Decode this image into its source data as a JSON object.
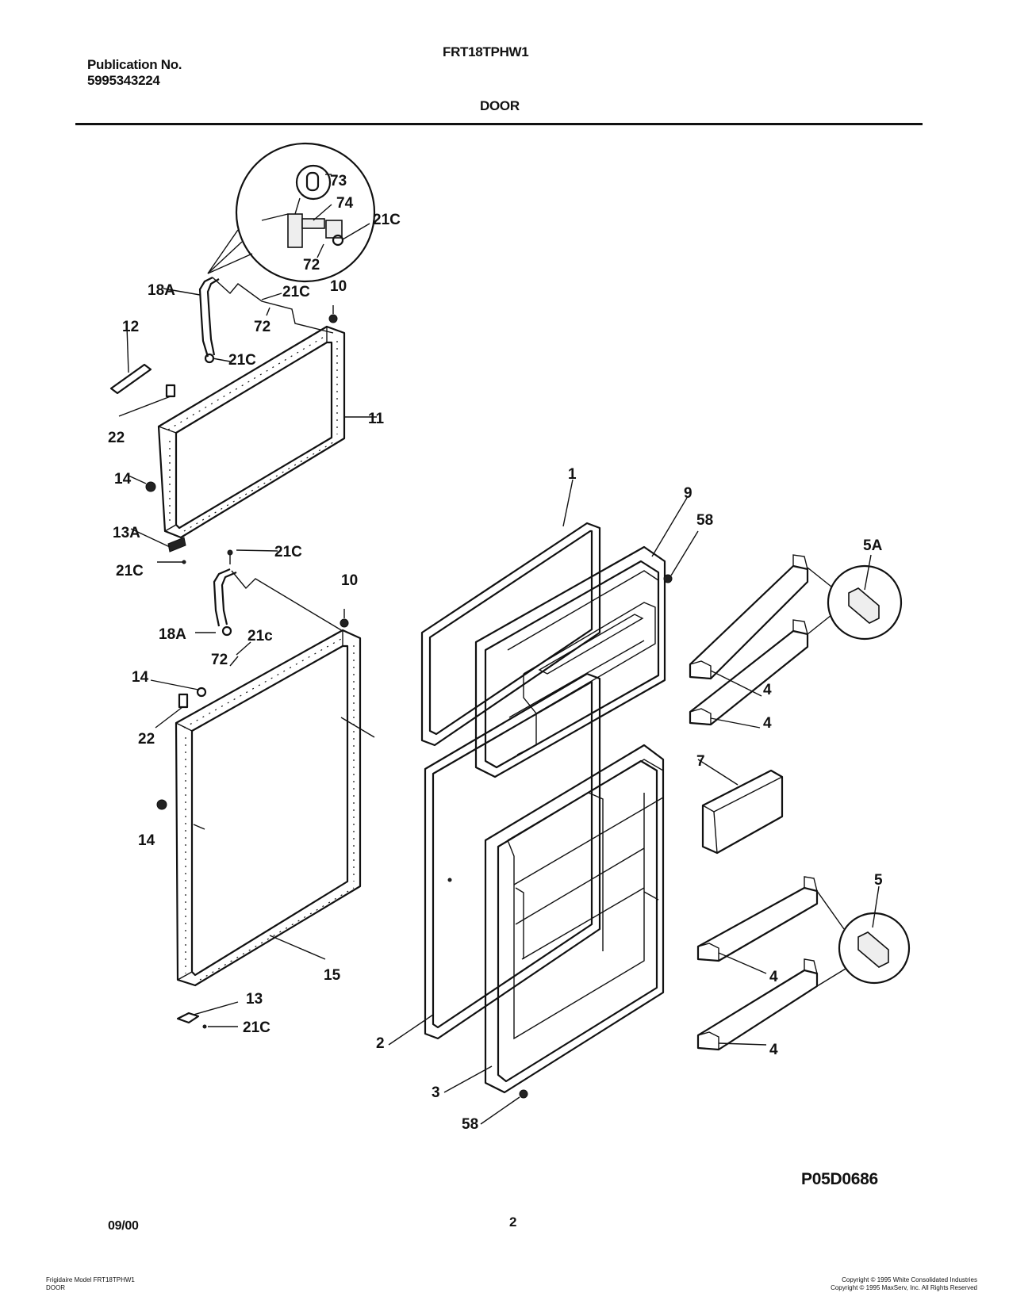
{
  "header": {
    "publication_label": "Publication No.",
    "publication_number": "5995343224",
    "model": "FRT18TPHW1",
    "section": "DOOR"
  },
  "diagram": {
    "code": "P05D0686",
    "labels": {
      "l73": "73",
      "l74": "74",
      "l21c_hinge": "21C",
      "l72_hinge": "72",
      "l18a_top": "18A",
      "l21c_top1": "21C",
      "l10_top": "10",
      "l72_top": "72",
      "l21c_top2": "21C",
      "l12": "12",
      "l22_top": "22",
      "l11": "11",
      "l14_top": "14",
      "l13a": "13A",
      "l21c_top3": "21C",
      "l21c_top4": "21C",
      "l18a_bot": "18A",
      "l10_bot": "10",
      "l21c_lower": "21c",
      "l72_bot": "72",
      "l14_mid": "14",
      "l22_bot": "22",
      "l14_low": "14",
      "l15": "15",
      "l13": "13",
      "l21c_bottom": "21C",
      "l1": "1",
      "l9": "9",
      "l58_top": "58",
      "l5a": "5A",
      "l4_a": "4",
      "l4_b": "4",
      "l7": "7",
      "l5": "5",
      "l4_c": "4",
      "l4_d": "4",
      "l2": "2",
      "l3": "3",
      "l58_bot": "58"
    }
  },
  "footer": {
    "date": "09/00",
    "page": "2",
    "left_line1": "Frigidaire Model FRT18TPHW1",
    "left_line2": "DOOR",
    "right_line1": "Copyright © 1995 White Consolidated Industries",
    "right_line2": "Copyright © 1995 MaxServ, Inc.  All Rights Reserved"
  }
}
